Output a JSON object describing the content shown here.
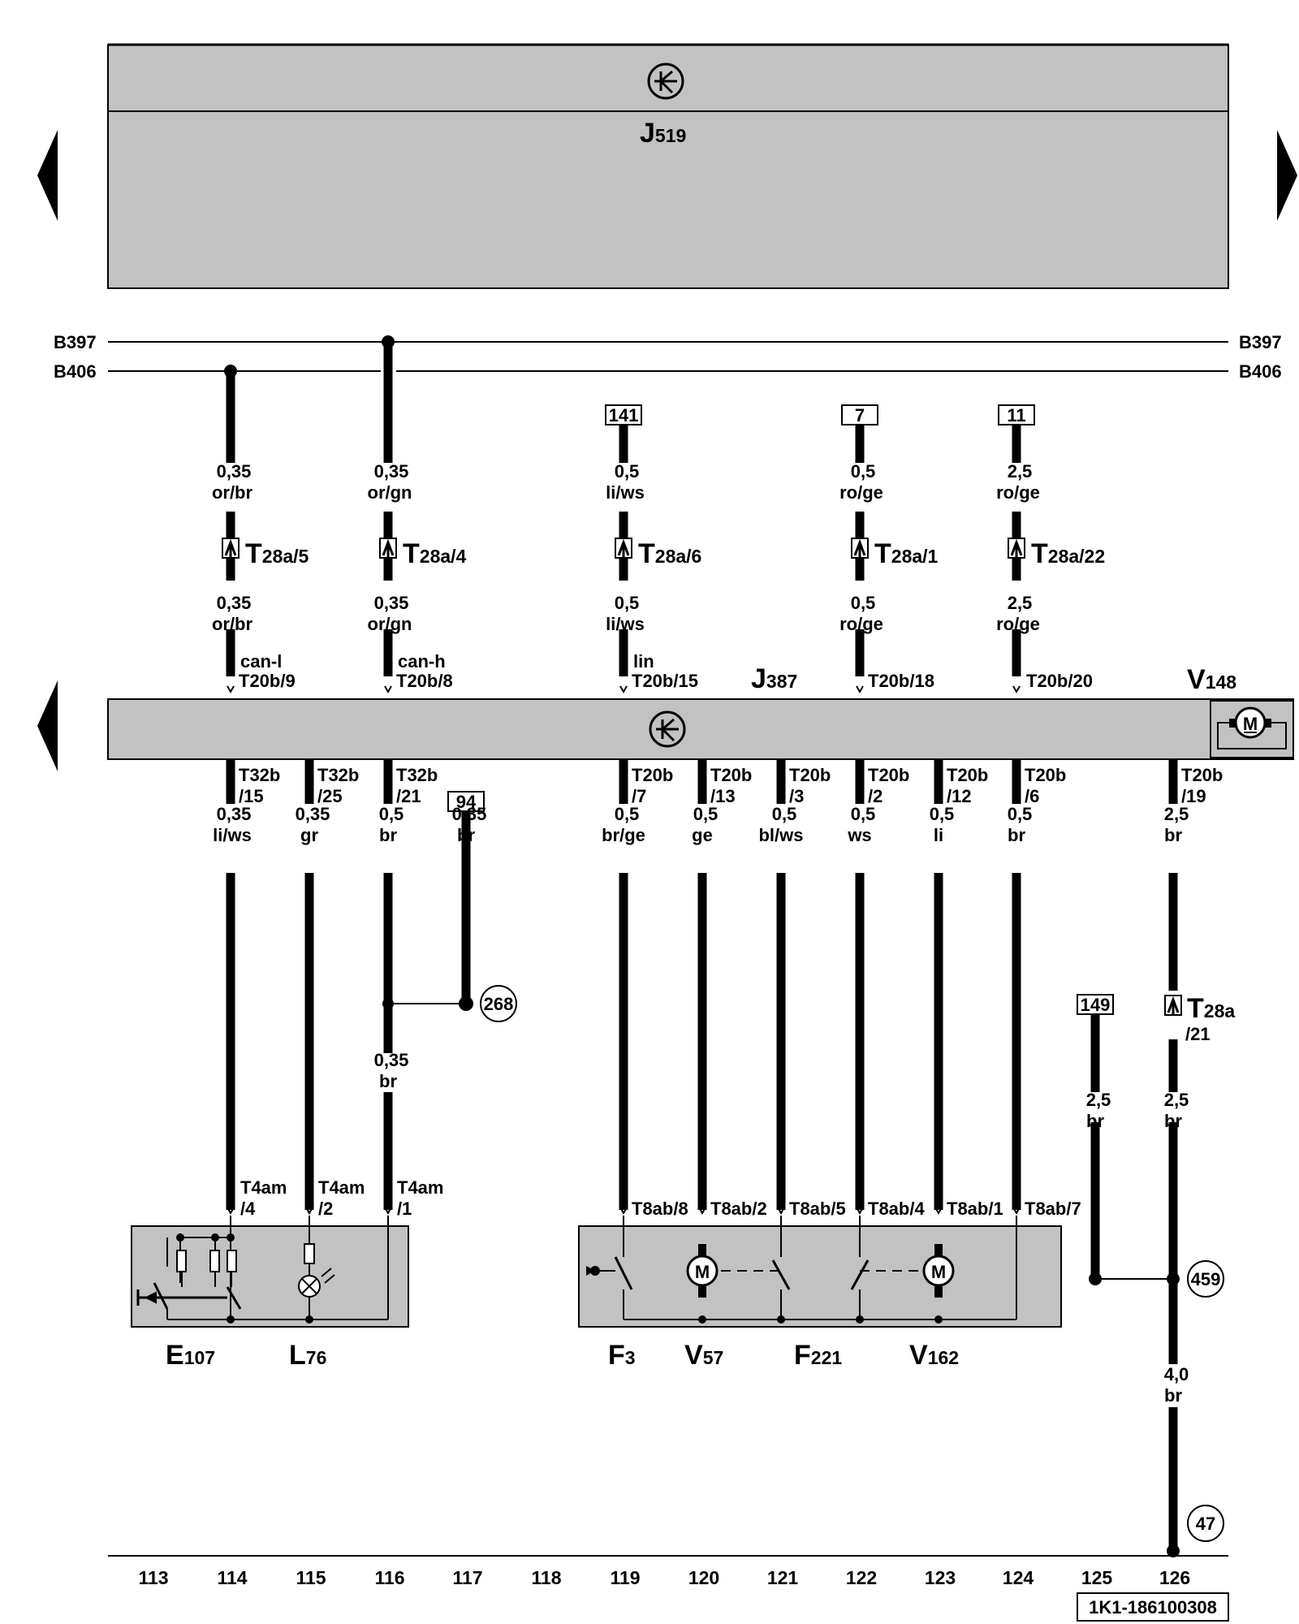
{
  "j519": {
    "letter": "J",
    "num": "519"
  },
  "bus": {
    "b397": "B397",
    "b406": "B406"
  },
  "j387": {
    "letter": "J",
    "num": "387"
  },
  "v148": {
    "letter": "V",
    "num": "148"
  },
  "refs_top": [
    "141",
    "7",
    "11"
  ],
  "refs_mid": [
    "94",
    "149"
  ],
  "circles": [
    "268",
    "459",
    "47"
  ],
  "top_wires": [
    {
      "id": "w114",
      "size1": "0,35",
      "color1": "or/br",
      "conn": "T",
      "conn_sub": "28a/5",
      "size2": "0,35",
      "color2": "or/br",
      "sig": "can-l",
      "pin": "T20b/9"
    },
    {
      "id": "w116",
      "size1": "0,35",
      "color1": "or/gn",
      "conn": "T",
      "conn_sub": "28a/4",
      "size2": "0,35",
      "color2": "or/gn",
      "sig": "can-h",
      "pin": "T20b/8"
    },
    {
      "id": "w119",
      "size1": "0,5",
      "color1": "li/ws",
      "conn": "T",
      "conn_sub": "28a/6",
      "size2": "0,5",
      "color2": "li/ws",
      "sig": "lin",
      "pin": "T20b/15"
    },
    {
      "id": "w122",
      "size1": "0,5",
      "color1": "ro/ge",
      "conn": "T",
      "conn_sub": "28a/1",
      "size2": "0,5",
      "color2": "ro/ge",
      "sig": "",
      "pin": "T20b/18"
    },
    {
      "id": "w124",
      "size1": "2,5",
      "color1": "ro/ge",
      "conn": "T",
      "conn_sub": "28a/22",
      "size2": "2,5",
      "color2": "ro/ge",
      "sig": "",
      "pin": "T20b/20"
    }
  ],
  "bottom_wires": [
    {
      "id": "b114",
      "pin1": "T32b",
      "pin2": "/15",
      "size": "0,35",
      "color": "li/ws",
      "end1": "T4am",
      "end2": "/4"
    },
    {
      "id": "b115",
      "pin1": "T32b",
      "pin2": "/25",
      "size": "0,35",
      "color": "gr",
      "end1": "T4am",
      "end2": "/2"
    },
    {
      "id": "b116",
      "pin1": "T32b",
      "pin2": "/21",
      "size": "0,5",
      "color": "br",
      "end1": "T4am",
      "end2": "/1"
    },
    {
      "id": "b117",
      "pin1": "",
      "pin2": "",
      "size": "0,35",
      "color": "br",
      "end1": "",
      "end2": ""
    },
    {
      "id": "b119",
      "pin1": "T20b",
      "pin2": "/7",
      "size": "0,5",
      "color": "br/ge",
      "end1": "T8ab/8",
      "end2": ""
    },
    {
      "id": "b120",
      "pin1": "T20b",
      "pin2": "/13",
      "size": "0,5",
      "color": "ge",
      "end1": "T8ab/2",
      "end2": ""
    },
    {
      "id": "b121",
      "pin1": "T20b",
      "pin2": "/3",
      "size": "0,5",
      "color": "bl/ws",
      "end1": "T8ab/5",
      "end2": ""
    },
    {
      "id": "b122",
      "pin1": "T20b",
      "pin2": "/2",
      "size": "0,5",
      "color": "ws",
      "end1": "T8ab/4",
      "end2": ""
    },
    {
      "id": "b123",
      "pin1": "T20b",
      "pin2": "/12",
      "size": "0,5",
      "color": "li",
      "end1": "T8ab/1",
      "end2": ""
    },
    {
      "id": "b124",
      "pin1": "T20b",
      "pin2": "/6",
      "size": "0,5",
      "color": "br",
      "end1": "T8ab/7",
      "end2": ""
    },
    {
      "id": "b126",
      "pin1": "T20b",
      "pin2": "/19",
      "size": "2,5",
      "color": "br",
      "end1": "",
      "end2": ""
    }
  ],
  "extra": {
    "w116_lower": {
      "size": "0,35",
      "color": "br"
    },
    "w125": {
      "size": "2,5",
      "color": "br"
    },
    "w126_mid": {
      "conn": "T",
      "conn_sub": "28a",
      "conn_pin": "/21",
      "size": "2,5",
      "color": "br"
    },
    "w126_low": {
      "size": "4,0",
      "color": "br"
    }
  },
  "components": [
    {
      "letter": "E",
      "num": "107"
    },
    {
      "letter": "L",
      "num": "76"
    },
    {
      "letter": "F",
      "num": "3"
    },
    {
      "letter": "V",
      "num": "57"
    },
    {
      "letter": "F",
      "num": "221"
    },
    {
      "letter": "V",
      "num": "162"
    }
  ],
  "columns": [
    "113",
    "114",
    "115",
    "116",
    "117",
    "118",
    "119",
    "120",
    "121",
    "122",
    "123",
    "124",
    "125",
    "126"
  ],
  "doc_id": "1K1-186100308",
  "colors": {
    "fill": "#c2c2c2",
    "ink": "#000000"
  }
}
